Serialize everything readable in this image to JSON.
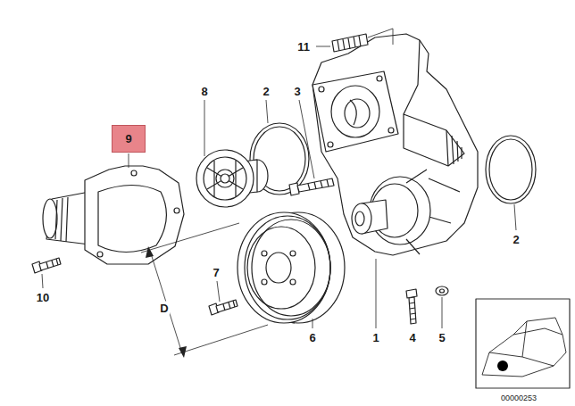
{
  "diagram": {
    "nodes": [
      {
        "text": [
          "9"
        ]
      }
    ],
    "labels": [
      "11",
      "8",
      "2",
      "3",
      "2",
      "7",
      "10",
      "D",
      "6",
      "1",
      "4",
      "5",
      "00000253"
    ]
  }
}
